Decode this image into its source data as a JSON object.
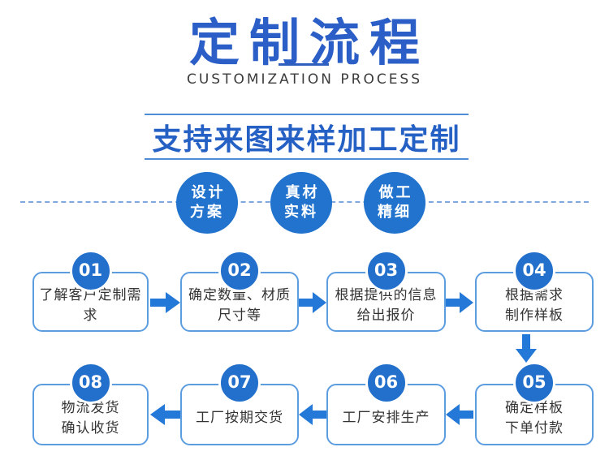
{
  "header": {
    "title": "定制流程",
    "subtitle": "CUSTOMIZATION PROCESS"
  },
  "banner": {
    "text": "支持来图来样加工定制"
  },
  "features": [
    {
      "label": "设计\n方案"
    },
    {
      "label": "真材\n实料"
    },
    {
      "label": "做工\n精细"
    }
  ],
  "steps": [
    {
      "num": "01",
      "text": "了解客户定制需\n求"
    },
    {
      "num": "02",
      "text": "确定数量、材质\n尺寸等"
    },
    {
      "num": "03",
      "text": "根据提供的信息\n给出报价"
    },
    {
      "num": "04",
      "text": "根据需求\n制作样板"
    },
    {
      "num": "05",
      "text": "确定样板\n下单付款"
    },
    {
      "num": "06",
      "text": "工厂安排生产"
    },
    {
      "num": "07",
      "text": "工厂按期交货"
    },
    {
      "num": "08",
      "text": "物流发货\n确认收货"
    }
  ],
  "colors": {
    "title_blue": "#2b5ec6",
    "banner_text_blue": "#2560c4",
    "banner_line_blue": "#4f8cd6",
    "circle_blue": "#2173cd",
    "badge_blue": "#2270cc",
    "arrow_blue": "#2478d8",
    "box_border_blue": "#5c9de0",
    "dash_line_blue": "#7fa9de",
    "step_text": "#333333",
    "subtitle_gray": "#3c3c3c"
  }
}
